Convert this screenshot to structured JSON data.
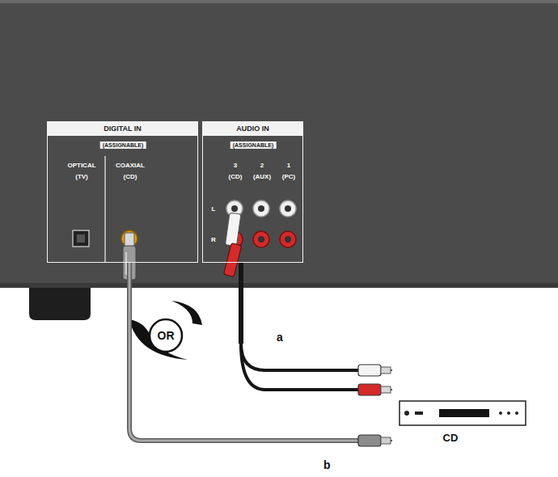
{
  "diagram": {
    "nodes": [
      {
        "text": [
          "DIGITAL IN",
          "(ASSIGNABLE)",
          "OPTICAL",
          "(TV)",
          "COAXIAL",
          "(CD)"
        ]
      },
      {
        "text": [
          "AUDIO IN",
          "(ASSIGNABLE)",
          "3",
          "(CD)",
          "2",
          "(AUX)",
          "1",
          "(PC)",
          "L",
          "R"
        ]
      },
      {
        "text": [
          "OR"
        ]
      },
      {
        "text": [
          "CD"
        ]
      }
    ],
    "edges": [
      {
        "from": 0,
        "to": 3,
        "label": "b",
        "arrow": "none"
      },
      {
        "from": 1,
        "to": 3,
        "label": "a",
        "arrow": "none"
      }
    ]
  }
}
